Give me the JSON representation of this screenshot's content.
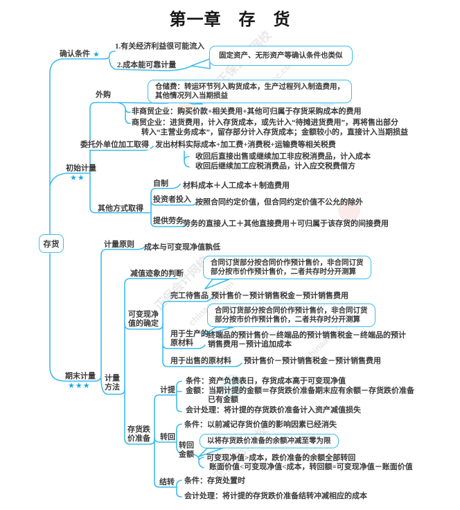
{
  "title": "第一章　存　货",
  "root": {
    "label": "存货"
  },
  "watermark": {
    "site": "正保会计网校",
    "domain": "chinaacc.com"
  },
  "colors": {
    "line": "#3cbbe8",
    "star": "#19a9e3",
    "text": "#3a3a3a"
  },
  "confirm": {
    "label": "确认条件",
    "stars": "★",
    "item1": "1.有关经济利益很可能流入",
    "item2": "2.成本能可靠计量",
    "note": "固定资产、无形资产等确认条件也类似"
  },
  "initial": {
    "label": "初始计量",
    "stars": "★★",
    "waigou": {
      "label": "外购",
      "note": "仓储费：转运环节列入购货成本，生产过程列入制造费用，\n其他情况列入当期损益",
      "item1": "非商贸企业：购买价款+相关费用+其他可归属于存货采购成本的费用",
      "item2_line1": "商贸企业：进货费用，计入存货成本，或先计入“待摊进货费用”，再将售出部分",
      "item2_line2": "转入“主营业务成本”，留存部分计入存货成本；金额较小的，直接计入当期损益"
    },
    "weituo": {
      "label": "委托外单位加工取得",
      "formula": "发出材料实际成本+加工费+消费税+运输费等相关税费",
      "item1": "收回后直接出售或继续加工非应税消费品，计入成本",
      "item2": "收回后继续加工应税消费品，计入应交税费借方"
    },
    "other": {
      "label": "其他方式取得",
      "zizhi_label": "自制",
      "zizhi_formula": "材料成本＋人工成本＋制造费用",
      "touzi_label": "投资者投入",
      "touzi_formula": "按照合同约定价值，但合同约定价值不公允的除外",
      "laowu_label": "提供劳务",
      "laowu_formula": "劳务的直接人工＋其他直接费用＋可归属于该存货的间接费用"
    }
  },
  "final": {
    "label": "期末计量",
    "stars": "★★★",
    "principle": {
      "label": "计量原则",
      "formula": "成本与可变现净值孰低"
    },
    "method": {
      "label": "计量\n方法",
      "impair_label": "减值迹象的判断",
      "nrv": {
        "label": "可变现净\n值的确定",
        "note": "合同订货部分按合同价作预计售价，非合同订货\n部分按市价作预计售价，二者共存时分开测算",
        "finished_label": "完工待售品",
        "finished_formula": "预计售价－预计销售税金－预计销售费用",
        "production_label": "用于生产的\n原材料",
        "production_formula": "终端品的预计售价－终端品的预计销售税金－终端品的预计\n销售费用－预计追加成本",
        "sale_label": "用于出售的原材料",
        "sale_formula": "预计售价－预计销售税金－预计销售费用"
      },
      "provision": {
        "label": "存货跌\n价准备",
        "jiti": {
          "label": "计提",
          "cond": "条件：资产负债表日，存货成本高于可变现净值",
          "amount_line1": "金额：当期计提的金额＝存货跌价准备期末应有余额－存货跌价准备",
          "amount_line2": "已有金额",
          "acct": "会计处理：将计提的存货跌价准备计入资产减值损失"
        },
        "zhuanhui": {
          "label": "转回",
          "cond": "条件：以前减记存货价值的影响因素已经消失",
          "amount_label": "转回\n金额",
          "note": "以将存货跌价准备的余额冲减至零为限",
          "rule1": "可变现净值>成本，跌价准备的余额全部转回",
          "rule2": "账面价值<可变现净值<成本，转回额=可变现净值－账面价值"
        },
        "jiezhuan": {
          "label": "结转",
          "cond": "条件：存货处置时",
          "acct": "会计处理：将计提的存货跌价准备结转冲减相应的成本"
        }
      }
    }
  }
}
